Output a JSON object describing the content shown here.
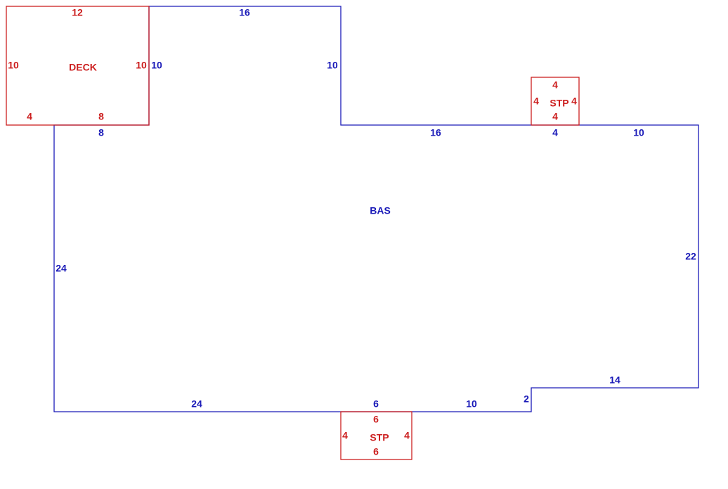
{
  "colors": {
    "main_area": "#1a1ab8",
    "addition": "#cc1f1f",
    "background": "#ffffff"
  },
  "areas": {
    "bas": {
      "label": "BAS",
      "dims": {
        "top_left_16": "16",
        "inner_10": "10",
        "top_right_16": "16",
        "under_stp_4": "4",
        "top_far_right_10": "10",
        "right_22": "22",
        "step_14": "14",
        "step_2": "2",
        "bottom_10": "10",
        "bottom_6": "6",
        "bottom_24": "24",
        "left_24": "24",
        "under_deck_8": "8",
        "deck_side_10": "10"
      }
    },
    "deck": {
      "label": "DECK",
      "dims": {
        "top": "12",
        "left": "10",
        "right": "10",
        "bottom_left": "4",
        "bottom_right": "8"
      }
    },
    "stp_top": {
      "label": "STP",
      "dims": {
        "top": "4",
        "left": "4",
        "right": "4",
        "bottom": "4"
      }
    },
    "stp_bottom": {
      "label": "STP",
      "dims": {
        "top": "6",
        "left": "4",
        "right": "4",
        "bottom": "6"
      }
    }
  }
}
